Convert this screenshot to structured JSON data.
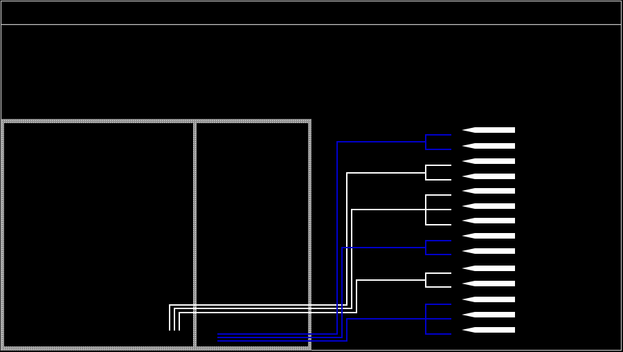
{
  "colors": {
    "background": "#000000",
    "frame": "#c8c8c8",
    "panel_border": "#bdbdbd",
    "panel_fill": "#000000",
    "wire_white": "#ffffff",
    "wire_blue": "#0000cc",
    "connector": "#ffffff"
  },
  "diagram": {
    "frame": {
      "label": ""
    },
    "panels": [
      {
        "name": "left-panel",
        "label": ""
      },
      {
        "name": "right-panel",
        "label": ""
      }
    ],
    "connector_count": 14,
    "groups": [
      {
        "name": "group-1",
        "color": "blue",
        "members": 2
      },
      {
        "name": "group-2",
        "color": "white",
        "members": 2
      },
      {
        "name": "group-3",
        "color": "white",
        "members": 3
      },
      {
        "name": "group-4",
        "color": "blue",
        "members": 2
      },
      {
        "name": "group-5",
        "color": "white",
        "members": 2
      },
      {
        "name": "group-6",
        "color": "blue",
        "members": 3
      }
    ]
  }
}
